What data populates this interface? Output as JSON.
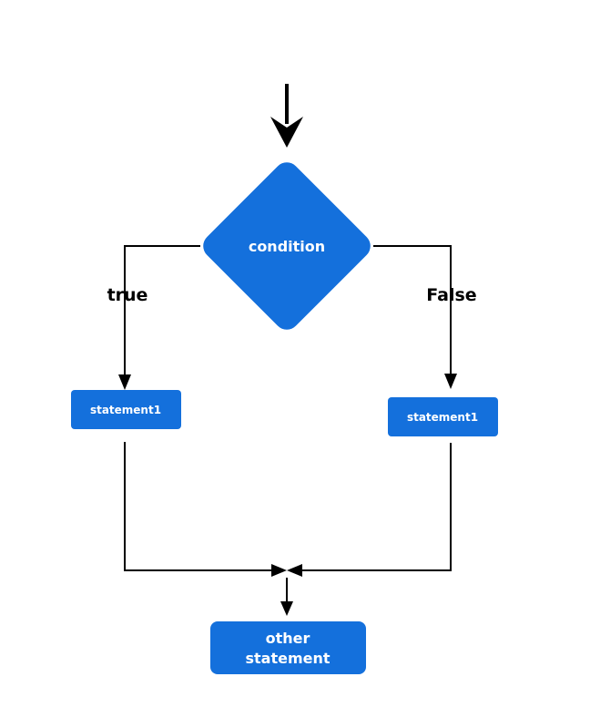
{
  "colors": {
    "node_fill": "#1470dc",
    "text_on_node": "#ffffff",
    "line": "#000000",
    "background": "#ffffff"
  },
  "decision": {
    "label": "condition"
  },
  "branches": {
    "true_label": "true",
    "false_label": "False"
  },
  "statements": {
    "left": "statement1",
    "right": "statement1"
  },
  "final": {
    "line1": "other",
    "line2": "statement"
  }
}
